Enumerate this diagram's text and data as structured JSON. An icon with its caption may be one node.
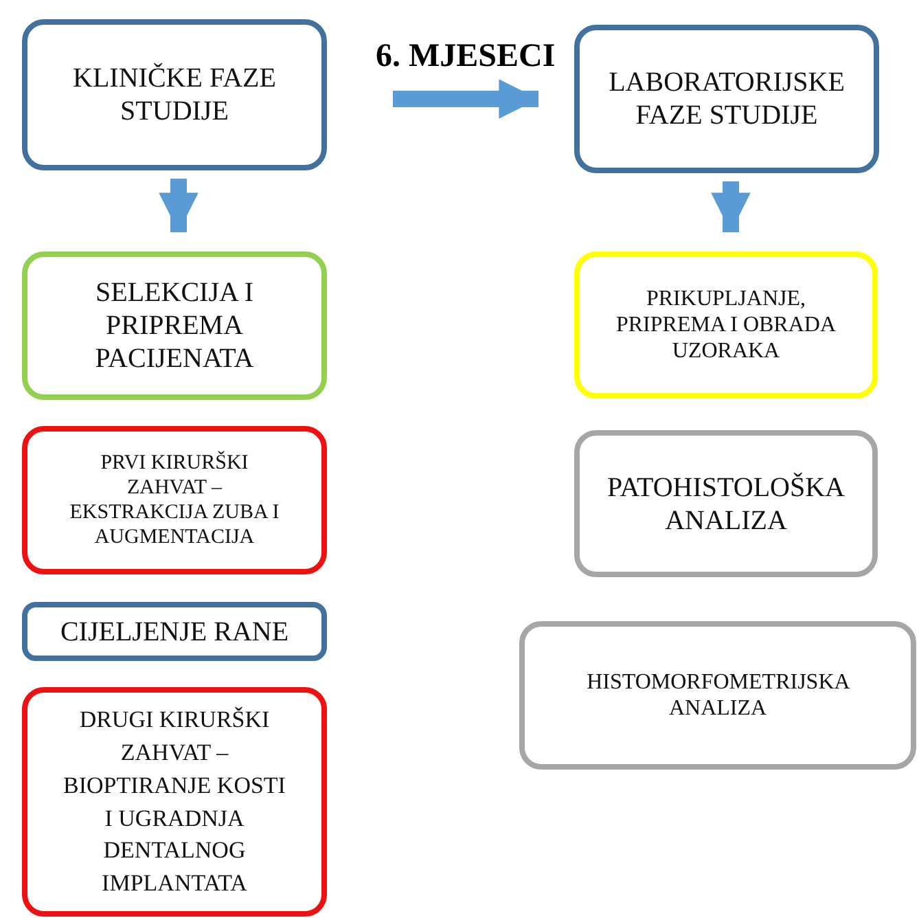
{
  "diagram": {
    "nodes": [
      {
        "text": [
          "KLINIČKE FAZE STUDIJE"
        ]
      },
      {
        "text": [
          "LABORATORIJSKE FAZE STUDIJE"
        ]
      },
      {
        "text": [
          "SELEKCIJA I PRIPREMA PACIJENATA"
        ]
      },
      {
        "text": [
          "PRIKUPLJANJE, PRIPREMA I OBRADA UZORAKA"
        ]
      },
      {
        "text": [
          "PRVI KIRURŠKI ZAHVAT – EKSTRAKCIJA ZUBA I AUGMENTACIJA"
        ]
      },
      {
        "text": [
          "PATOHISTOLOŠKA ANALIZA"
        ]
      },
      {
        "text": [
          "CIJELJENJE RANE"
        ]
      },
      {
        "text": [
          "HISTOMORFOMETRIJSKA ANALIZA"
        ]
      },
      {
        "text": [
          "DRUGI KIRURŠKI ZAHVAT – BIOPTIRANJE KOSTI I UGRADNJA DENTALNOG IMPLANTATA"
        ]
      }
    ],
    "edges": [
      {
        "from": 0,
        "to": 1,
        "arrow": "to",
        "label": "6. MJESECI"
      },
      {
        "from": 0,
        "to": 2,
        "arrow": "to"
      },
      {
        "from": 1,
        "to": 3,
        "arrow": "to"
      }
    ]
  }
}
